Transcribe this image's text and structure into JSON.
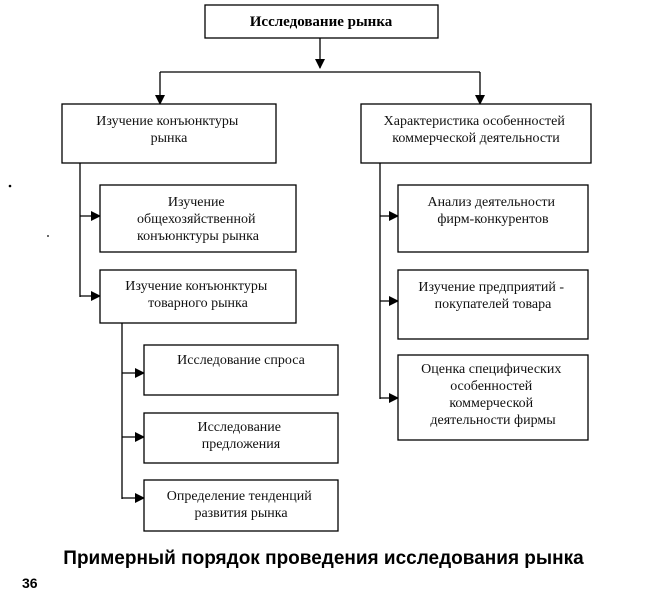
{
  "diagram": {
    "root": "Исследование рынка",
    "left_branch": {
      "title": [
        "Изучение конъюнктуры",
        "рынка"
      ],
      "children": [
        [
          "Изучение",
          "общехозяйственной",
          "конъюнктуры рынка"
        ],
        [
          "Изучение конъюнктуры",
          "товарного рынка"
        ]
      ],
      "sub_children": [
        [
          "Исследование спроса"
        ],
        [
          "Исследование",
          "предложения"
        ],
        [
          "Определение тенденций",
          "развития рынка"
        ]
      ]
    },
    "right_branch": {
      "title": [
        "Характеристика особенностей",
        "коммерческой деятельности"
      ],
      "children": [
        [
          "Анализ деятельности",
          "фирм-конкурентов"
        ],
        [
          "Изучение предприятий -",
          "покупателей товара"
        ],
        [
          "Оценка специфических",
          "особенностей",
          "коммерческой",
          "деятельности фирмы"
        ]
      ]
    }
  },
  "caption": "Примерный порядок проведения исследования рынка",
  "page_number": "36"
}
